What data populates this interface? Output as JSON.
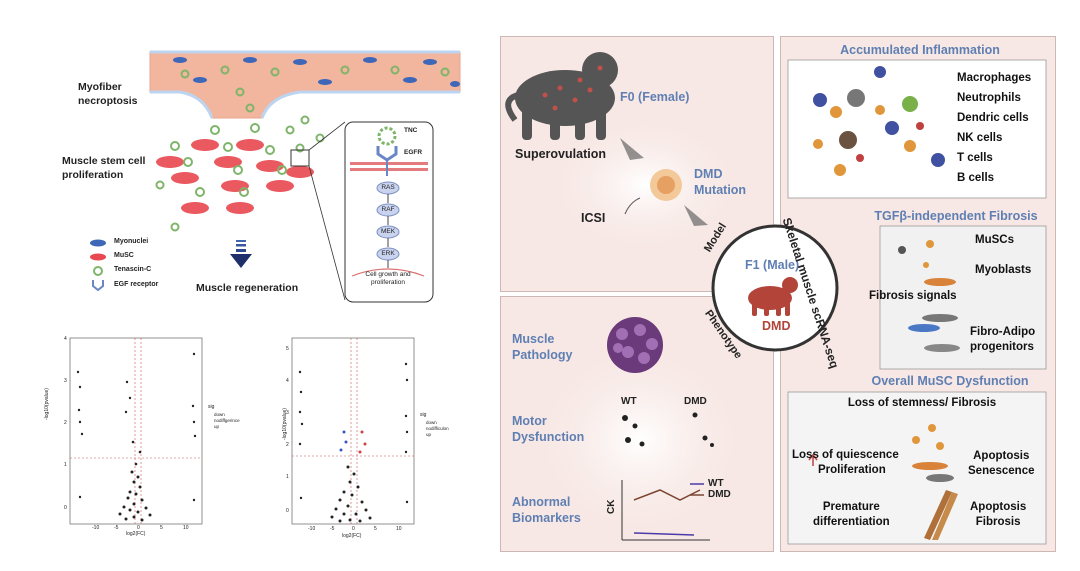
{
  "left": {
    "labels": {
      "myofiber": "Myofiber\nnecroptosis",
      "musc_prolif": "Muscle stem cell\nproliferation",
      "regeneration": "Muscle regeneration"
    },
    "pathway": {
      "tnc": "TNC",
      "egfr": "EGFR",
      "nodes": [
        "RAS",
        "RAF",
        "MEK",
        "ERK"
      ],
      "outcome": "Cell growth and\nproliferation"
    },
    "legend": [
      "Myonuclei",
      "MuSC",
      "Tenascin-C",
      "EGF receptor"
    ],
    "colors": {
      "fiber": "#f2b59e",
      "nucleus": "#3f67b8",
      "musc": "#d9363e",
      "tnc": "#7fb56a",
      "egfr": "#6a86c6"
    }
  },
  "volcano": {
    "ylabel": "-log10(pvalue)",
    "xlabel": "log2(FC)",
    "legend_title": "sig",
    "legend_items": [
      "down",
      "nodiffgerince",
      "up"
    ],
    "legend_items_right": [
      "down",
      "nodifficulon",
      "up"
    ],
    "yticks_left": [
      "0",
      "1",
      "2",
      "3",
      "4"
    ],
    "yticks_right": [
      "0",
      "1",
      "2",
      "3",
      "4",
      "5"
    ],
    "xticks": [
      "-10",
      "-5",
      "0",
      "5",
      "10"
    ]
  },
  "right": {
    "model": {
      "f0": "F0 (Female)",
      "superovulation": "Superovulation",
      "dmd_mutation": "DMD\nMutation",
      "icsi": "ICSI"
    },
    "center": {
      "f1": "F1 (Male)",
      "dmd": "DMD",
      "model_word": "Model",
      "phenotype_word": "Phenotype",
      "sc_word": "Skeletal muscle scRNA-seq"
    },
    "phenotype": {
      "pathology": "Muscle\nPathology",
      "motor": "Motor\nDysfunction",
      "biomarkers": "Abnormal\nBiomarkers",
      "wt": "WT",
      "dmd": "DMD",
      "ck": "CK",
      "legend_wt": "WT",
      "legend_dmd": "DMD"
    },
    "inflammation": {
      "title": "Accumulated Inflammation",
      "cells": [
        "Macrophages",
        "Neutrophils",
        "Dendric cells",
        "NK cells",
        "T cells",
        "B cells"
      ]
    },
    "fibrosis": {
      "title": "TGFβ-independent Fibrosis",
      "musc": "MuSCs",
      "myoblasts": "Myoblasts",
      "signals": "Fibrosis signals",
      "fap": "Fibro-Adipo\nprogenitors"
    },
    "dysfunction": {
      "title": "Overall MuSC Dysfunction",
      "stemness": "Loss of stemness/ Fibrosis",
      "quiescence": "Loss of quiescence",
      "proliferation": "Proliferation",
      "apop_sen": "Apoptosis\nSenescence",
      "premature": "Premature\ndifferentiation",
      "apop_fib": "Apoptosis\nFibrosis"
    },
    "colors": {
      "accent": "#5f7fb3",
      "monkey_dark": "#555555",
      "monkey_red": "#b2443a",
      "panel_bg": "#f7ecea"
    }
  }
}
